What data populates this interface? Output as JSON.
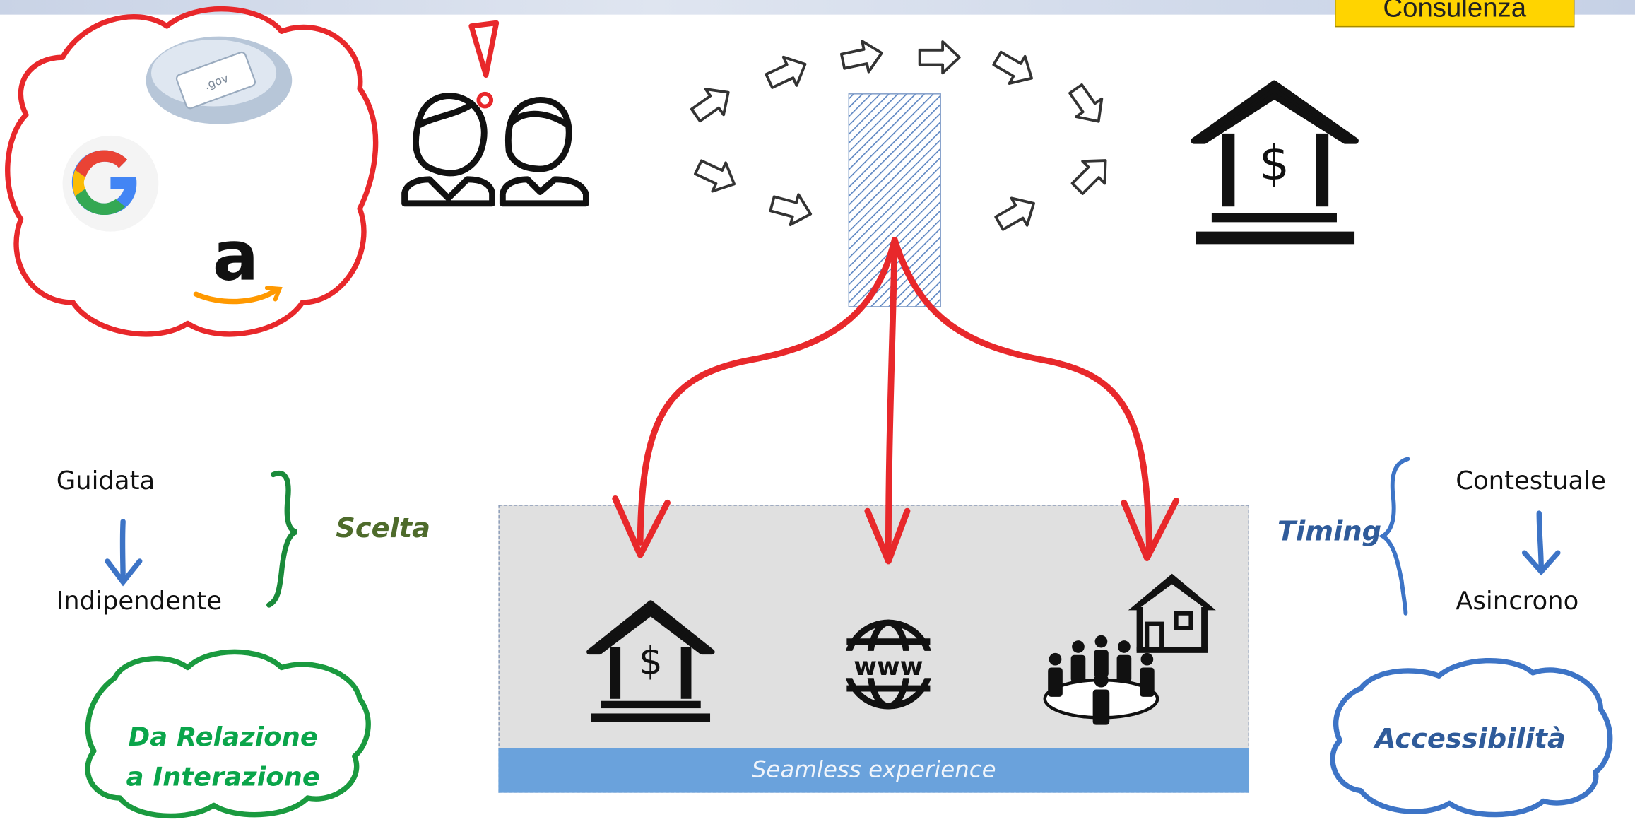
{
  "badge": {
    "label": "Consulenza"
  },
  "left_flow": {
    "top": "Guidata",
    "bottom": "Indipendente",
    "group_label": "Scelta"
  },
  "right_flow": {
    "top": "Contestuale",
    "bottom": "Asincrono",
    "group_label": "Timing"
  },
  "clouds": {
    "left_top": {
      "items": [
        "gov-key-icon",
        "google-logo-icon",
        "amazon-logo-icon"
      ]
    },
    "left_bottom": {
      "line1": "Da Relazione",
      "line2": "a Interazione"
    },
    "right_bottom": {
      "label": "Accessibilità"
    }
  },
  "logos": {
    "google": "G",
    "amazon": "a",
    "gov": ".gov"
  },
  "channels_panel": {
    "footer": "Seamless experience",
    "icons": [
      "bank-icon",
      "www-globe-icon",
      "meeting-home-icon"
    ]
  },
  "colors": {
    "red": "#e8282b",
    "green": "#1a9a3f",
    "blue": "#3d74c6",
    "accent_yellow": "#ffd400",
    "panel_blue": "#6aa2dc"
  }
}
